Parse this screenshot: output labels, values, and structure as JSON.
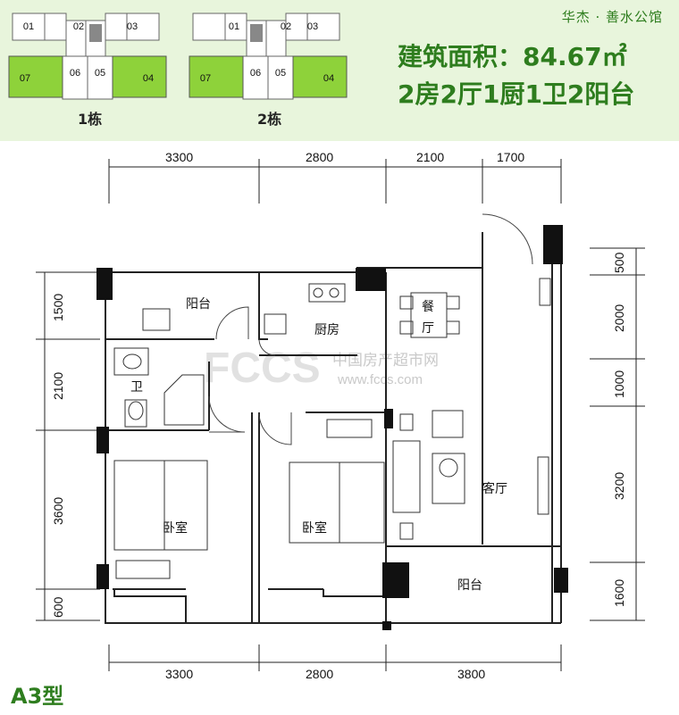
{
  "header": {
    "project_name": "华杰 · 善水公馆",
    "area_text": "建筑面积：84.67㎡",
    "layout_text": "2房2厅1厨1卫2阳台",
    "highlight_color": "#8ed23a"
  },
  "key_plans": [
    {
      "label": "1栋",
      "units": [
        "01",
        "02",
        "03",
        "07",
        "06",
        "05",
        "04"
      ]
    },
    {
      "label": "2栋",
      "units": [
        "01",
        "02",
        "03",
        "07",
        "06",
        "05",
        "04"
      ]
    }
  ],
  "plan": {
    "type_label": "A3型",
    "dims_top": [
      "3300",
      "2800",
      "2100",
      "1700"
    ],
    "dims_bottom": [
      "3300",
      "2800",
      "3800"
    ],
    "dims_left": [
      "1500",
      "2100",
      "3600",
      "600"
    ],
    "dims_right": [
      "500",
      "2000",
      "1000",
      "3200",
      "1600"
    ],
    "rooms": {
      "balcony_north": "阳台",
      "kitchen": "厨房",
      "dining_1": "餐",
      "dining_2": "厅",
      "bath": "卫",
      "bedroom_1": "卧室",
      "bedroom_2": "卧室",
      "living": "客厅",
      "balcony_south": "阳台"
    },
    "watermark": {
      "logo": "FCCS",
      "cn": "中国房产超市网",
      "url": "www.fccs.com"
    }
  }
}
